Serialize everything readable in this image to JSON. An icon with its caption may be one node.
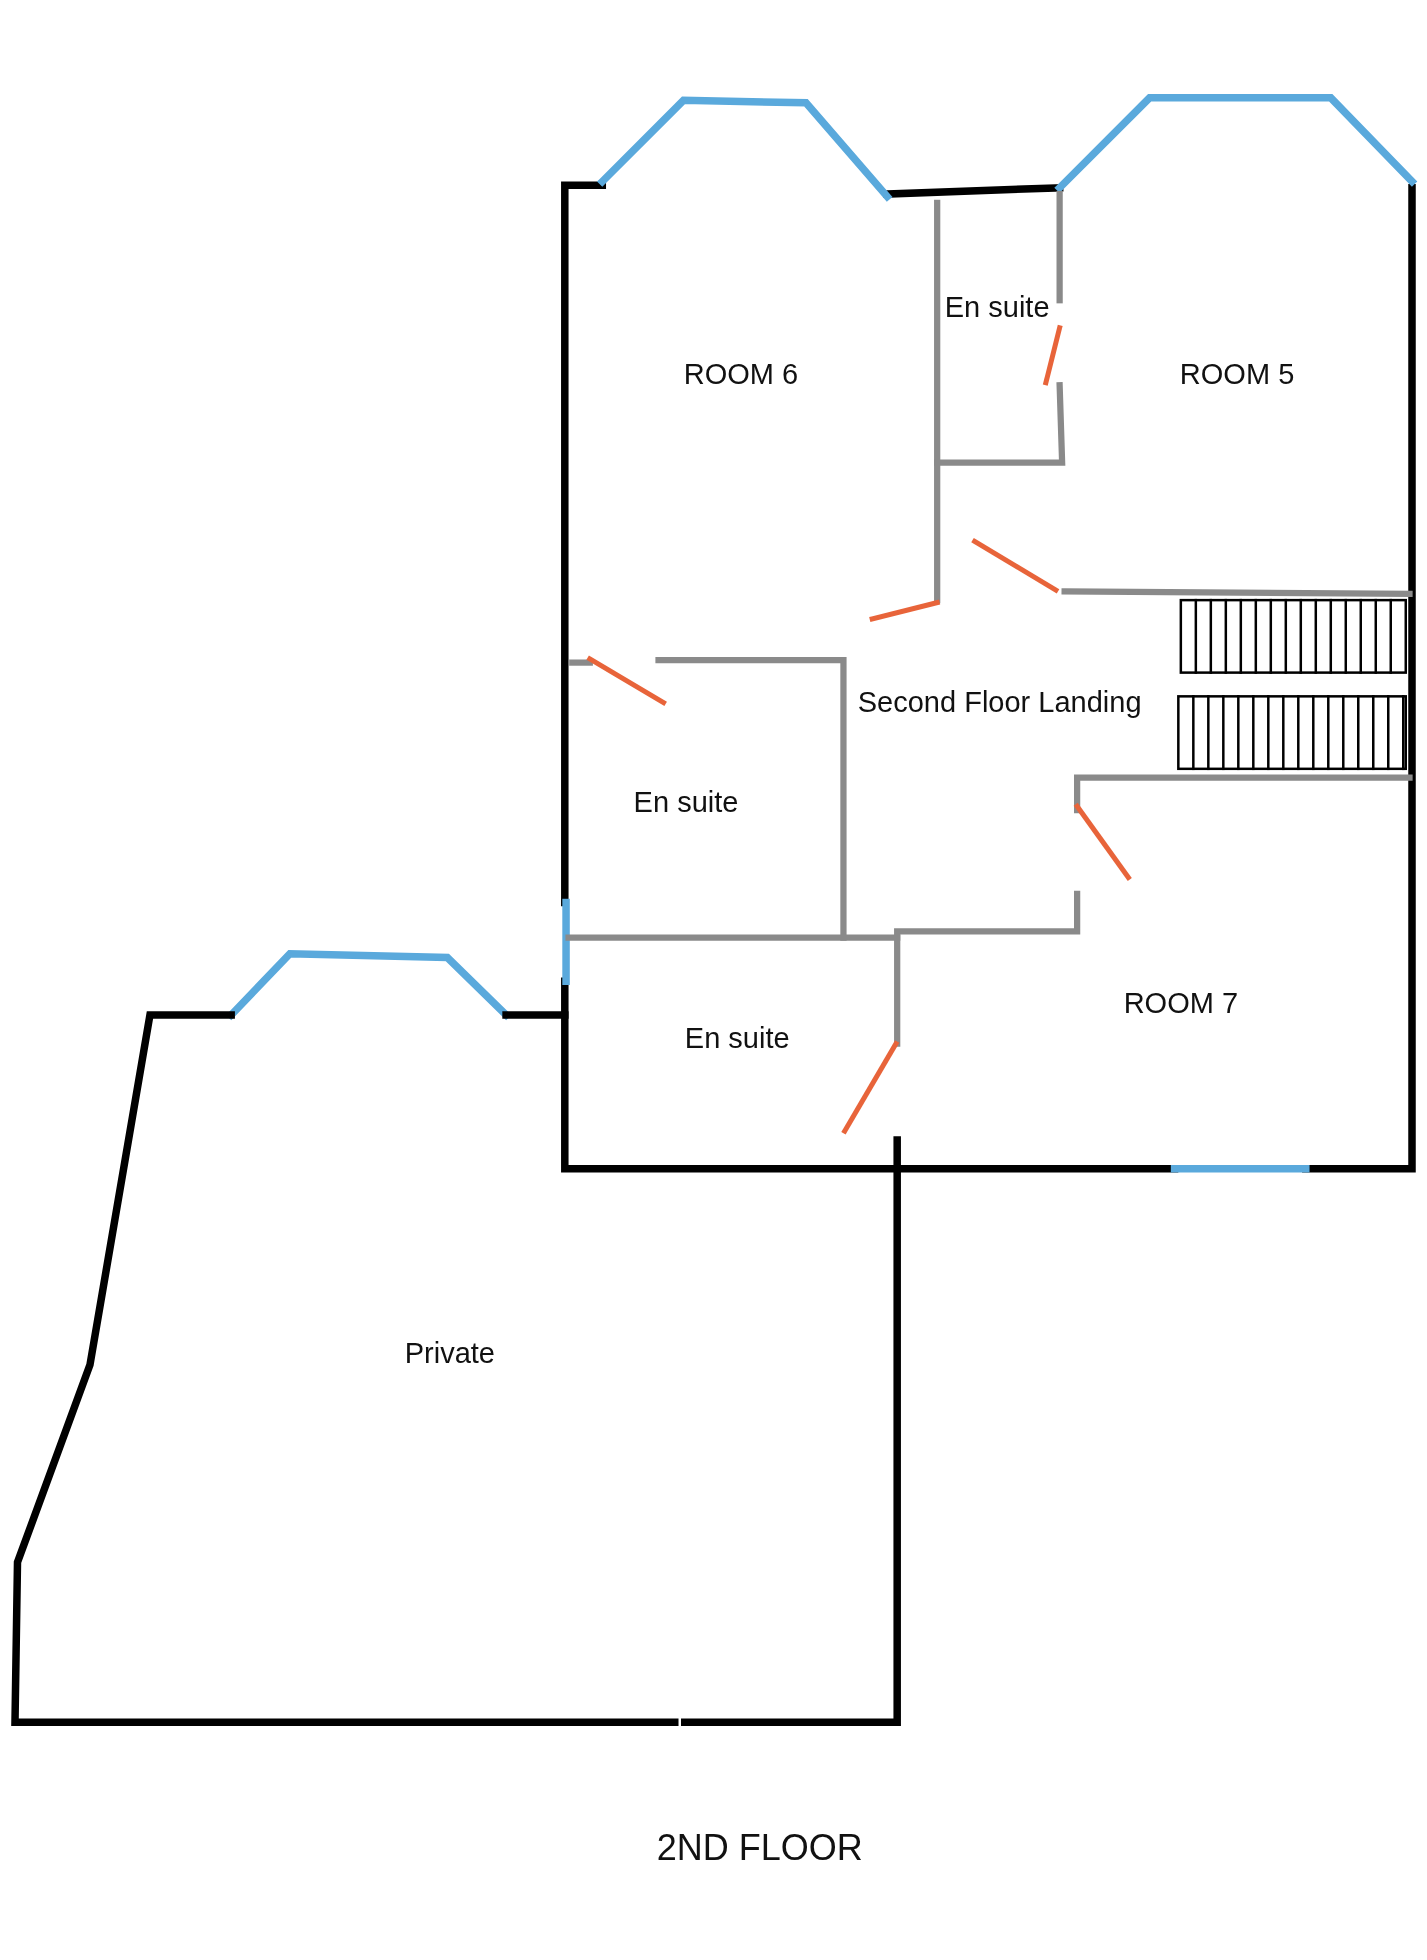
{
  "diagram": {
    "caption": "2ND FLOOR",
    "nodes": [
      {
        "text": [
          "ROOM 6"
        ]
      },
      {
        "text": [
          "En suite"
        ]
      },
      {
        "text": [
          "ROOM 5"
        ]
      },
      {
        "text": [
          "Second Floor Landing"
        ]
      },
      {
        "text": [
          "En suite"
        ]
      },
      {
        "text": [
          "En suite"
        ]
      },
      {
        "text": [
          "ROOM 7"
        ]
      },
      {
        "text": [
          "Private"
        ]
      }
    ]
  }
}
